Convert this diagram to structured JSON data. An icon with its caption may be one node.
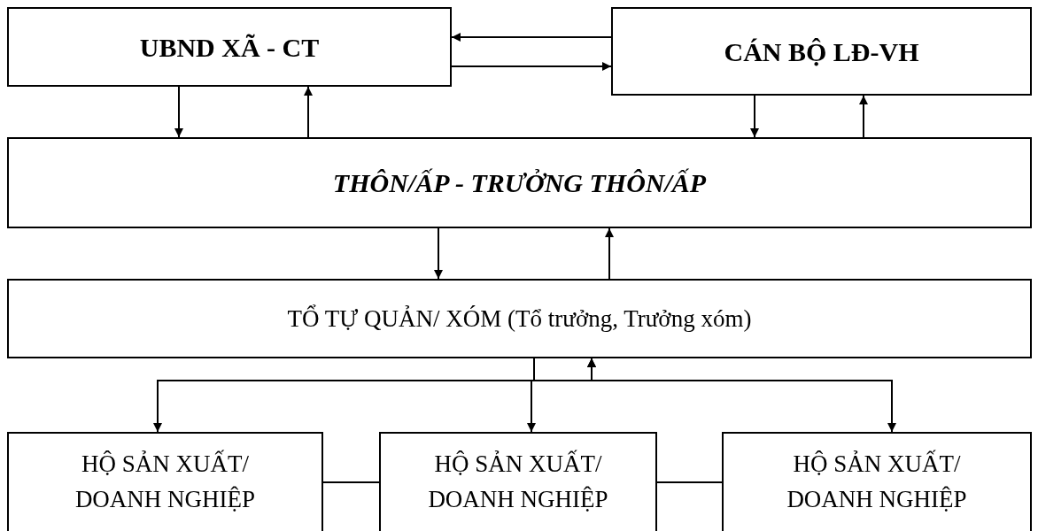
{
  "diagram": {
    "nodes": [
      {
        "text": [
          "UBND XÃ - CT"
        ]
      },
      {
        "text": [
          "CÁN BỘ LĐ-VH"
        ]
      },
      {
        "text": [
          "THÔN/ẤP - TRƯỞNG THÔN/ẤP"
        ]
      },
      {
        "text": [
          "TỔ TỰ QUẢN/  XÓM (Tổ trưởng, Trưởng xóm)"
        ]
      },
      {
        "text": [
          "HỘ SẢN XUẤT/ DOANH NGHIỆP"
        ]
      },
      {
        "text": [
          "HỘ SẢN XUẤT/ DOANH NGHIỆP"
        ]
      },
      {
        "text": [
          "HỘ SẢN XUẤT/ DOANH NGHIỆP"
        ]
      }
    ],
    "edges": [
      {
        "from": 1,
        "to": 0,
        "arrow": "to"
      },
      {
        "from": 0,
        "to": 1,
        "arrow": "to"
      },
      {
        "from": 0,
        "to": 2,
        "arrow": "to"
      },
      {
        "from": 2,
        "to": 0,
        "arrow": "to"
      },
      {
        "from": 1,
        "to": 2,
        "arrow": "to"
      },
      {
        "from": 2,
        "to": 1,
        "arrow": "to"
      },
      {
        "from": 2,
        "to": 3,
        "arrow": "to"
      },
      {
        "from": 3,
        "to": 2,
        "arrow": "to"
      },
      {
        "from": 3,
        "to": 4,
        "arrow": "to"
      },
      {
        "from": 3,
        "to": 5,
        "arrow": "to"
      },
      {
        "from": 3,
        "to": 6,
        "arrow": "to"
      },
      {
        "from": 4,
        "to": 3,
        "arrow": "to"
      },
      {
        "from": 5,
        "to": 3,
        "arrow": "to"
      },
      {
        "from": 6,
        "to": 3,
        "arrow": "to"
      },
      {
        "from": 4,
        "to": 5,
        "arrow": "none"
      },
      {
        "from": 5,
        "to": 6,
        "arrow": "none"
      }
    ]
  }
}
